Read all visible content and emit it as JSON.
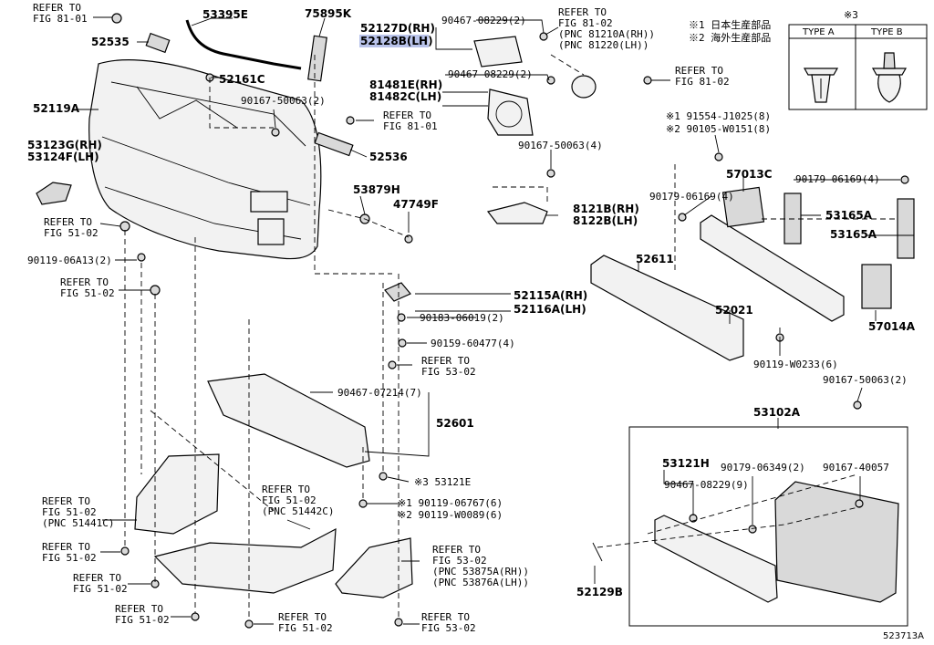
{
  "labels": {
    "refer_fig81_01_top": "REFER TO\nFIG 81-01",
    "p52535": "52535",
    "p53395e": "53395E",
    "p75895k": "75895K",
    "p52127d": "52127D(RH)",
    "p52128b": "52128B(LH)",
    "p90467_08229_2a": "90467-08229(2)",
    "refer_fig81_02_pnc": "REFER TO\nFIG 81-02\n(PNC 81210A(RH))\n(PNC 81220(LH))",
    "note1": "※1 日本生産部品",
    "note2": "※2 海外生産部品",
    "p52161c": "52161C",
    "p52119a": "52119A",
    "p90167_50063_2a": "90167-50063(2)",
    "refer_fig81_01_mid": "REFER TO\nFIG 81-01",
    "p90467_08229_2b": "90467-08229(2)",
    "p81481e": "81481E(RH)",
    "p81482c": "81482C(LH)",
    "refer_fig81_02_right": "REFER TO\nFIG 81-02",
    "p53123g": "53123G(RH)",
    "p53124f": "53124F(LH)",
    "p52536": "52536",
    "p91554": "※1 91554-J1025(8)",
    "p90105": "※2 90105-W0151(8)",
    "p90167_50063_4": "90167-50063(4)",
    "p57013c": "57013C",
    "p90179_06169_4a": "90179-06169(4)",
    "p53879h": "53879H",
    "p47749f": "47749F",
    "p90179_06169_4b": "90179-06169(4)",
    "p8121b": "8121B(RH)",
    "p8122b": "8122B(LH)",
    "p53165a_1": "53165A",
    "p53165a_2": "53165A",
    "refer_fig51_02_a": "REFER TO\nFIG 51-02",
    "p90119_06a13": "90119-06A13(2)",
    "p52611": "52611",
    "refer_fig51_02_b": "REFER TO\nFIG 51-02",
    "p52115a": "52115A(RH)",
    "p52116a": "52116A(LH)",
    "p90183": "90183-06019(2)",
    "p52021": "52021",
    "p57014a": "57014A",
    "p90159": "90159-60477(4)",
    "p90119_w0233": "90119-W0233(6)",
    "refer_fig53_02_a": "REFER TO\nFIG 53-02",
    "p90467_07214": "90467-07214(7)",
    "p90167_50063_2b": "90167-50063(2)",
    "p52601": "52601",
    "p53102a": "53102A",
    "p53121e": "※3 53121E",
    "p53121h": "53121H",
    "p90179_06349": "90179-06349(2)",
    "p90167_40057": "90167-40057",
    "p90467_08229_9": "90467-08229(9)",
    "refer_fig51_02_c": "REFER TO\nFIG 51-02\n(PNC 51441C)",
    "refer_fig51_02_d": "REFER TO\nFIG 51-02\n(PNC 51442C)",
    "p90119_06767": "※1 90119-06767(6)",
    "p90119_w0089": "※2 90119-W0089(6)",
    "refer_fig51_02_e": "REFER TO\nFIG 51-02",
    "refer_fig53_02_pnc": "REFER TO\nFIG 53-02\n(PNC 53875A(RH))\n(PNC 53876A(LH))",
    "refer_fig51_02_f": "REFER TO\nFIG 51-02",
    "refer_fig51_02_g": "REFER TO\nFIG 51-02",
    "refer_fig51_02_h": "REFER TO\nFIG 51-02",
    "refer_fig53_02_b": "REFER TO\nFIG 53-02",
    "p52129b": "52129B",
    "diagram_id": "523713A"
  },
  "type_box": {
    "mark": "※3",
    "type_a": "TYPE A",
    "type_b": "TYPE B"
  },
  "colors": {
    "highlight": "#b9c3ea",
    "line": "#000000"
  }
}
